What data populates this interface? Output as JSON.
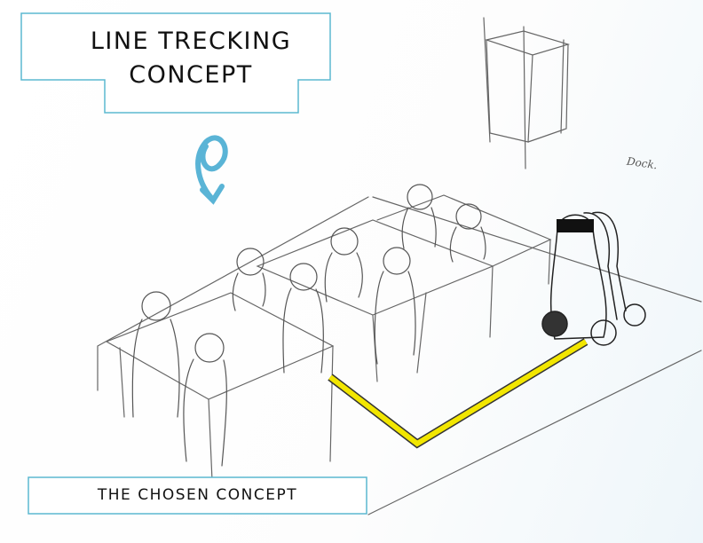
{
  "title": {
    "line1": "LINE TRECKING",
    "line2": "CONCEPT"
  },
  "caption": "THE CHOSEN CONCEPT",
  "sketch_annotation": "Dock.",
  "icons": {
    "arrow": "curly-arrow-icon"
  },
  "colors": {
    "frame": "#5bb8d0",
    "track": "#f2e600",
    "arrow": "#5ab4d6"
  }
}
